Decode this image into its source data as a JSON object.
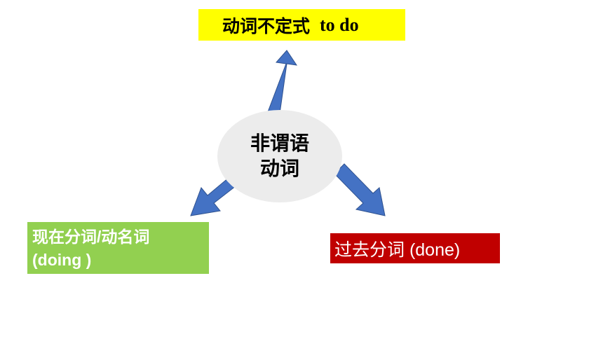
{
  "colors": {
    "arrow_fill": "#4472c4",
    "arrow_stroke": "#2f528f",
    "center_fill": "#ececec",
    "top_box": "#ffff00",
    "left_box": "#92d050",
    "right_box": "#c00000"
  },
  "center": {
    "line1": "非谓语",
    "line2": "动词"
  },
  "top_node": {
    "label_cn": "动词不定式",
    "label_en": "to do"
  },
  "left_node": {
    "line1": "现在分词/动名词",
    "line2": "(doing )"
  },
  "right_node": {
    "label": "过去分词 (done)"
  }
}
